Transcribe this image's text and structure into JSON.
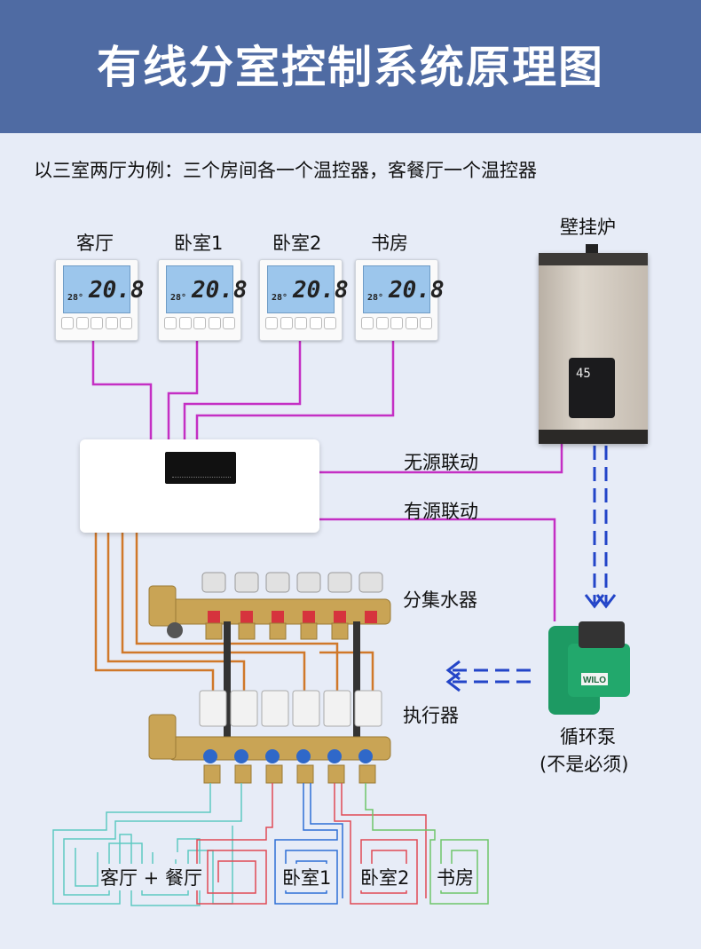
{
  "title": "有线分室控制系统原理图",
  "subtitle": "以三室两厅为例：三个房间各一个温控器，客餐厅一个温控器",
  "thermostats": [
    {
      "label": "客厅",
      "temp": "20.8"
    },
    {
      "label": "卧室1",
      "temp": "20.8"
    },
    {
      "label": "卧室2",
      "temp": "20.8"
    },
    {
      "label": "书房",
      "temp": "20.8"
    }
  ],
  "boiler": {
    "label": "壁挂炉",
    "display": "45"
  },
  "links": {
    "passive": "无源联动",
    "active": "有源联动"
  },
  "components": {
    "manifold": "分集水器",
    "actuator": "执行器",
    "pump": "循环泵",
    "pump_note": "(不是必须)",
    "pump_brand": "WILO"
  },
  "zones": [
    {
      "label": "客厅 + 餐厅",
      "color": "#5ec9c2"
    },
    {
      "label": "卧室1",
      "color": "#2f6fd6"
    },
    {
      "label": "卧室2",
      "color": "#e04a55"
    },
    {
      "label": "书房",
      "color": "#6fc56a"
    }
  ],
  "colors": {
    "signal_wire": "#c42fc4",
    "actuator_wire": "#d0782a",
    "water_flow": "#2345c8"
  }
}
